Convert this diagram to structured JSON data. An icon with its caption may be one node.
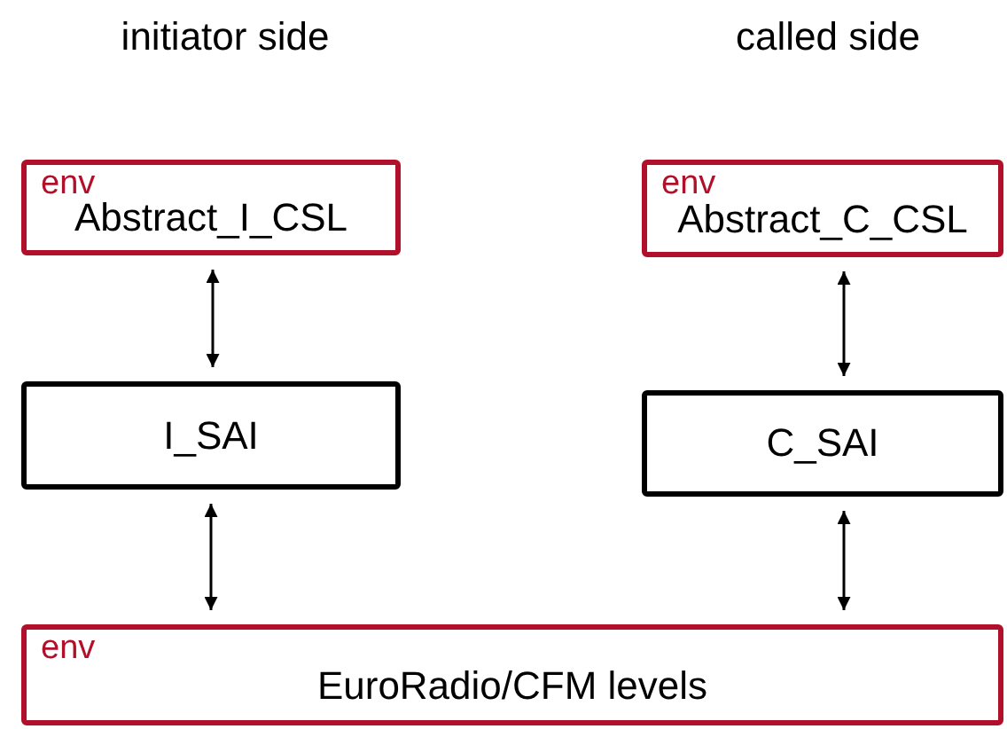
{
  "diagram": {
    "nodes": [
      {
        "text": [
          "env",
          "Abstract_I_CSL"
        ]
      },
      {
        "text": [
          "I_SAI"
        ]
      },
      {
        "text": [
          "env",
          "Abstract_C_CSL"
        ]
      },
      {
        "text": [
          "C_SAI"
        ]
      },
      {
        "text": [
          "env",
          "EuroRadio/CFM levels"
        ]
      }
    ],
    "edges": [
      {
        "from": 0,
        "to": 1,
        "arrow": "both"
      },
      {
        "from": 2,
        "to": 3,
        "arrow": "both"
      },
      {
        "from": 1,
        "to": 4,
        "arrow": "both"
      },
      {
        "from": 3,
        "to": 4,
        "arrow": "both"
      }
    ],
    "labels": [
      "initiator side",
      "called side"
    ]
  }
}
